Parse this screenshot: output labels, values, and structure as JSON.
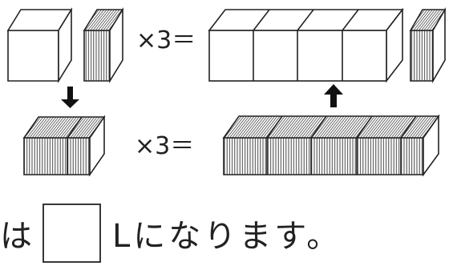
{
  "row1": {
    "operator": "×3＝"
  },
  "row2": {
    "operator": "×3＝"
  },
  "sentence": {
    "prefix": "は",
    "suffix": "Lになります。"
  },
  "arrows": {
    "left": "down-arrow-icon",
    "right": "up-arrow-icon"
  },
  "answer_box": {
    "value": ""
  }
}
